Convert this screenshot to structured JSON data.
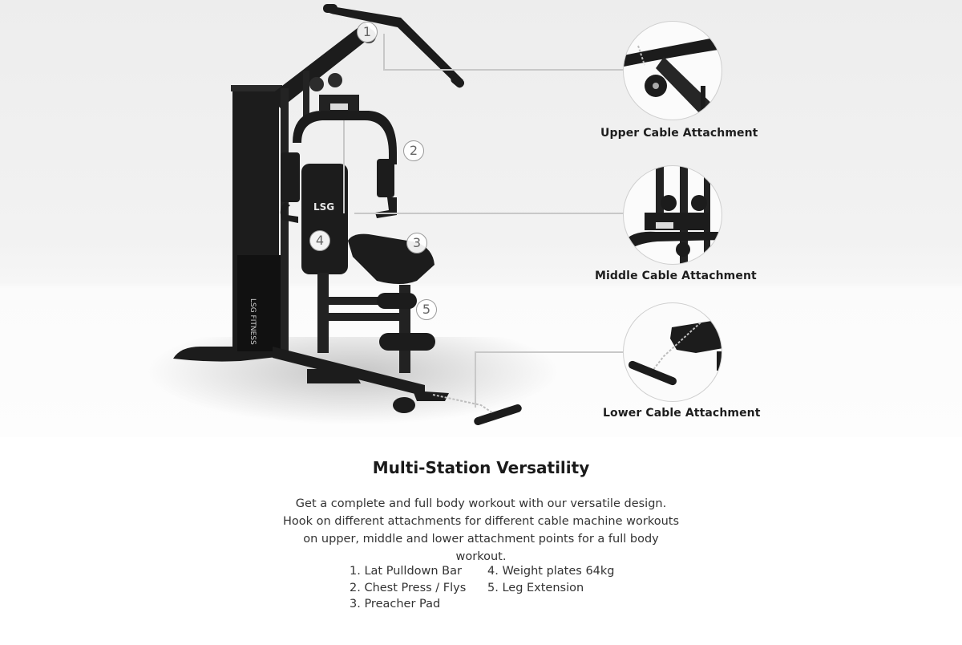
{
  "hero": {
    "brand_logo": "LSG",
    "frame_print": "LSG FITNESS",
    "markers": [
      {
        "num": "1",
        "part": "Lat Pulldown Bar"
      },
      {
        "num": "2",
        "part": "Chest Press / Flys"
      },
      {
        "num": "3",
        "part": "Preacher Pad"
      },
      {
        "num": "4",
        "part": "Weight plates 64kg"
      },
      {
        "num": "5",
        "part": "Leg Extension"
      }
    ],
    "details": [
      {
        "label": "Upper Cable Attachment"
      },
      {
        "label": "Middle Cable Attachment"
      },
      {
        "label": "Lower Cable Attachment"
      }
    ]
  },
  "section": {
    "title": "Multi-Station Versatility",
    "description": "Get a complete and full body workout with our versatile design. Hook on different attachments for different cable machine workouts on upper, middle and lower attachment points for a full body workout.",
    "features_col1": [
      "1. Lat Pulldown Bar",
      "2. Chest Press / Flys",
      "3. Preacher Pad"
    ],
    "features_col2": [
      "4. Weight plates 64kg",
      "5. Leg Extension"
    ]
  },
  "colors": {
    "machine": "#1c1c1c",
    "leader_line": "#c8c8c8",
    "marker_border": "#9a9a9a",
    "text_dark": "#1a1a1a",
    "text_body": "#333333"
  }
}
